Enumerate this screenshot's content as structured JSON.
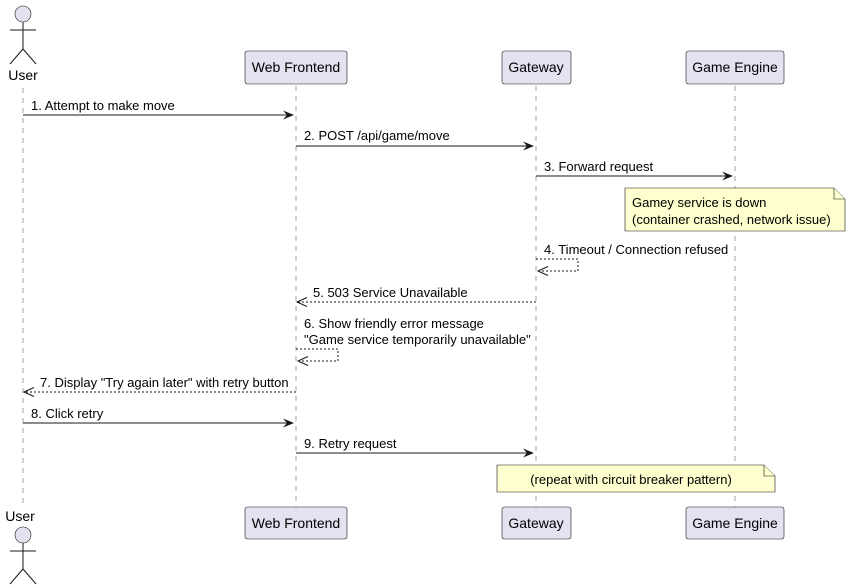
{
  "participants": {
    "user": "User",
    "frontend": "Web Frontend",
    "gateway": "Gateway",
    "engine": "Game Engine"
  },
  "messages": {
    "m1": "1. Attempt to make move",
    "m2": "2. POST /api/game/move",
    "m3": "3. Forward request",
    "m4": "4. Timeout / Connection refused",
    "m5": "5. 503 Service Unavailable",
    "m6_line1": "6. Show friendly error message",
    "m6_line2": "\"Game service temporarily unavailable\"",
    "m7": "7. Display \"Try again later\" with retry button",
    "m8": "8. Click retry",
    "m9": "9. Retry request"
  },
  "notes": {
    "n1_line1": "Gamey service is down",
    "n1_line2": "(container crashed, network issue)",
    "n2": "(repeat with circuit breaker pattern)"
  },
  "colors": {
    "participant_fill": "#E2E2F0",
    "note_fill": "#FEFECE",
    "line": "#181818",
    "lifeline": "#A0A0A0"
  }
}
